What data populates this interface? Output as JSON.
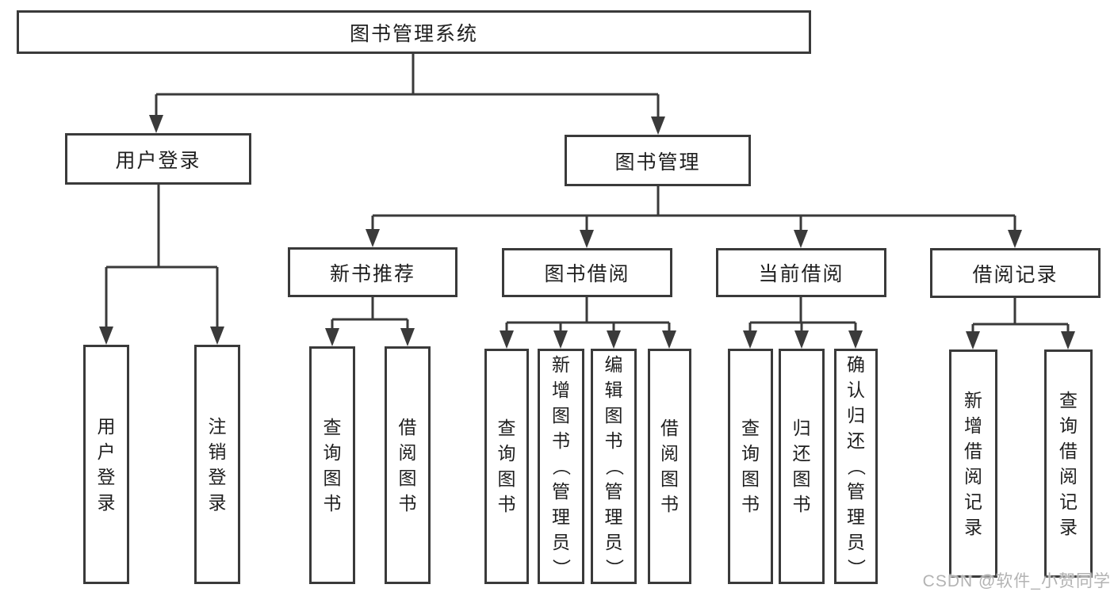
{
  "diagram": {
    "root": "图书管理系统",
    "level2": [
      "用户登录",
      "图书管理"
    ],
    "level3": [
      "新书推荐",
      "图书借阅",
      "当前借阅",
      "借阅记录"
    ],
    "leaves": {
      "user_login": [
        "用户登录",
        "注销登录"
      ],
      "new_book_recommend": [
        "查询图书",
        "借阅图书"
      ],
      "book_borrow": [
        "查询图书",
        "新增图书（管理员）",
        "编辑图书（管理员）",
        "借阅图书"
      ],
      "current_borrow": [
        "查询图书",
        "归还图书",
        "确认归还（管理员）"
      ],
      "borrow_records": [
        "新增借阅记录",
        "查询借阅记录"
      ]
    },
    "watermark": "CSDN @软件_小贺同学",
    "colors": {
      "line": "#3a3a3a",
      "box_border": "#3a3a3a",
      "text": "#1f1f1f",
      "watermark": "#b3b3b3",
      "background": "#ffffff"
    }
  }
}
